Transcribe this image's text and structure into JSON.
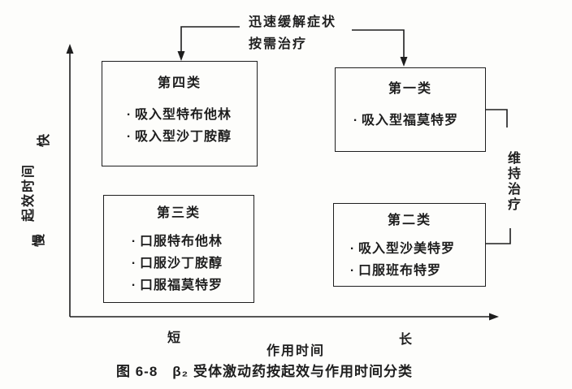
{
  "figure": {
    "background": "#fdfdfb",
    "ink": "#1e1e1e",
    "bullet": "·",
    "top_annotation": {
      "line1": "迅速缓解症状",
      "line2": "按需治疗"
    },
    "right_annotation": "维持治疗",
    "y_axis": {
      "label": "起效时间",
      "fast": "快",
      "slow": "慢"
    },
    "x_axis": {
      "label": "作用时间",
      "short": "短",
      "long": "长"
    },
    "categories": [
      {
        "title": "第四类",
        "items": [
          "吸入型特布他林",
          "吸入型沙丁胺醇"
        ]
      },
      {
        "title": "第一类",
        "items": [
          "吸入型福莫特罗"
        ]
      },
      {
        "title": "第三类",
        "items": [
          "口服特布他林",
          "口服沙丁胺醇",
          "口服福莫特罗"
        ]
      },
      {
        "title": "第二类",
        "items": [
          "吸入型沙美特罗",
          "口服班布特罗"
        ]
      }
    ],
    "caption": "图 6-8　β₂ 受体激动药按起效与作用时间分类"
  }
}
